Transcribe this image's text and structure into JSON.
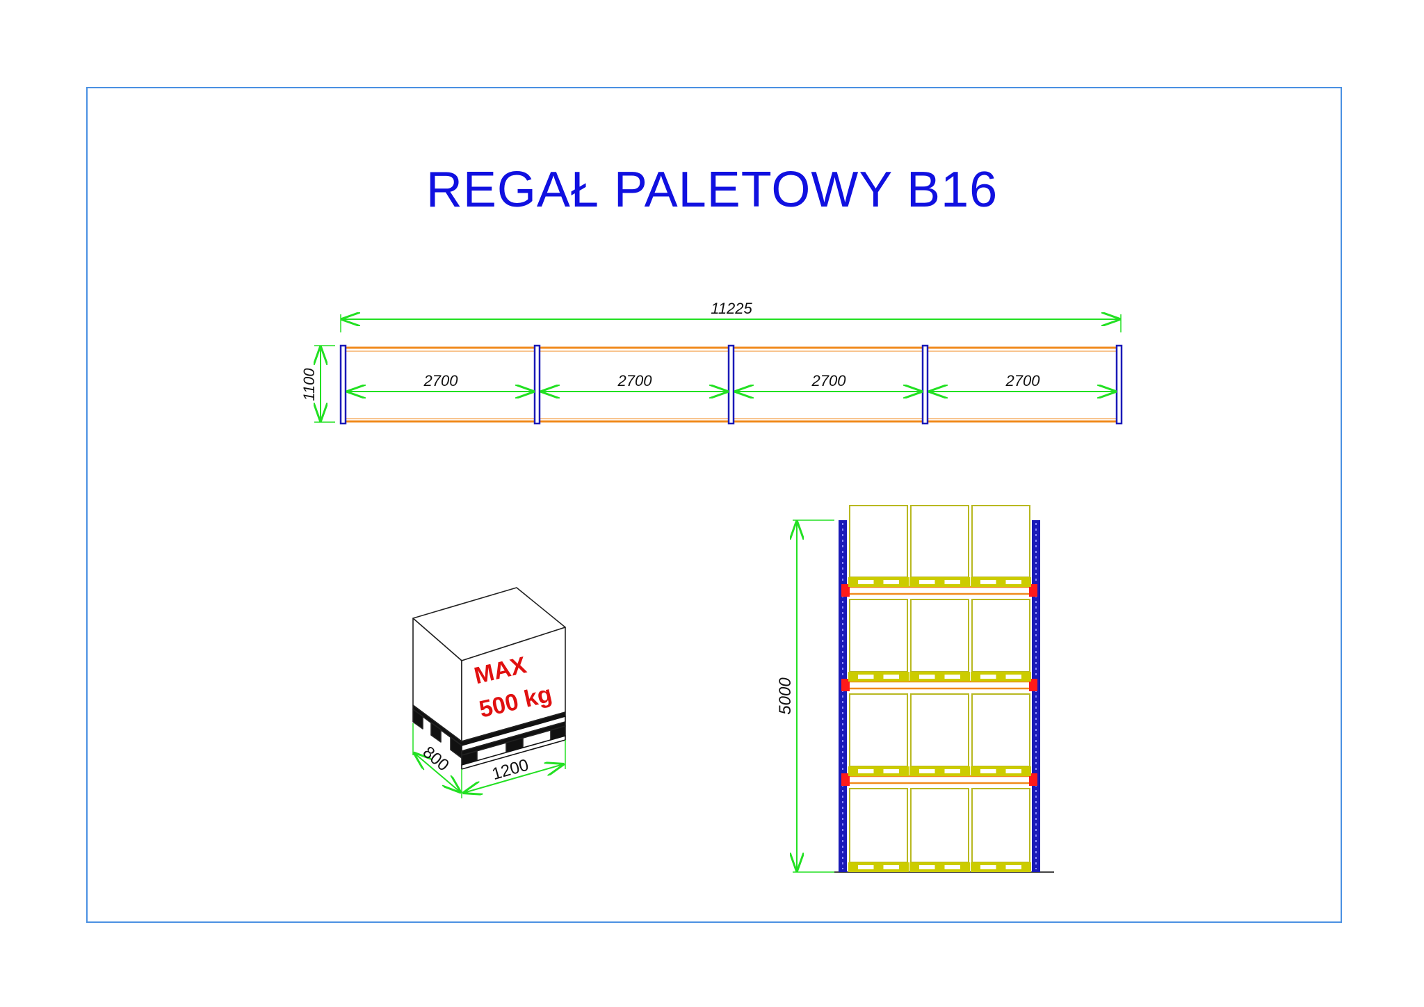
{
  "title": "REGAŁ PALETOWY B16",
  "plan_view": {
    "total_length": "11225",
    "depth": "1100",
    "bay_widths": [
      "2700",
      "2700",
      "2700",
      "2700"
    ]
  },
  "pallet": {
    "label_line1": "MAX",
    "label_line2": "500 kg",
    "width": "1200",
    "depth": "800"
  },
  "front_view": {
    "height": "5000",
    "levels": 4,
    "pallets_per_level": 3
  },
  "colors": {
    "frame_border": "#4a90e2",
    "title": "#1010e0",
    "dimension_line": "#22e022",
    "upright": "#1a1ab8",
    "beam": "#f08a1c",
    "beam_end": "#ff1a1a",
    "pallet_box": "#b8b820",
    "pallet_base": "#cccc00",
    "max_label": "#e01010"
  }
}
